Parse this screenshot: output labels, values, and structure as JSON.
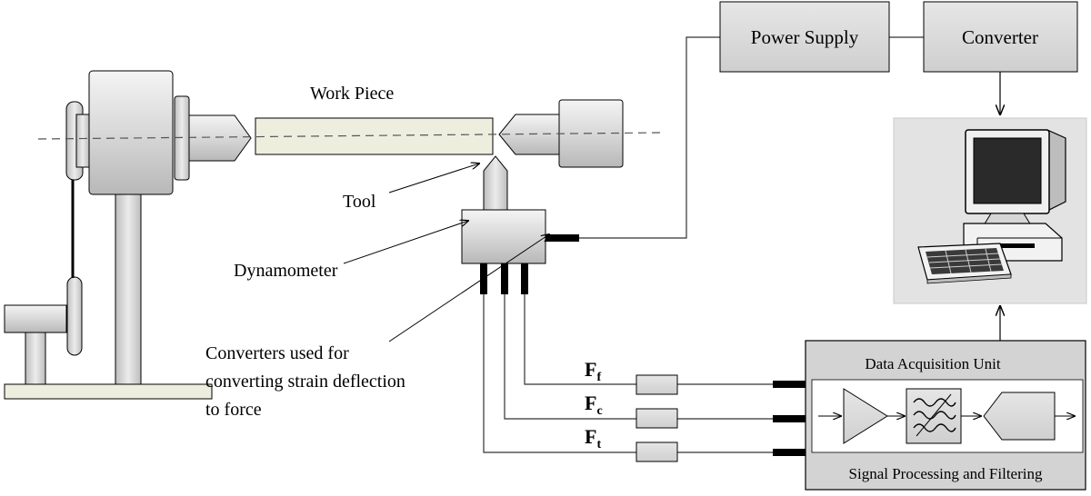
{
  "labels": {
    "work_piece": "Work Piece",
    "tool": "Tool",
    "dynamometer": "Dynamometer",
    "converters_line1": "Converters used for",
    "converters_line2": "converting strain deflection",
    "converters_line3": "to force",
    "power_supply": "Power Supply",
    "converter": "Converter",
    "data_acquisition": "Data Acquisition  Unit",
    "signal_processing": "Signal  Processing  and Filtering"
  },
  "forces": {
    "ff_main": "F",
    "ff_sub": "f",
    "fc_main": "F",
    "fc_sub": "c",
    "ft_main": "F",
    "ft_sub": "t"
  },
  "colors": {
    "box_fill": "#d9d9d9",
    "workpiece_fill": "#eeeedf",
    "stroke": "#000000"
  }
}
